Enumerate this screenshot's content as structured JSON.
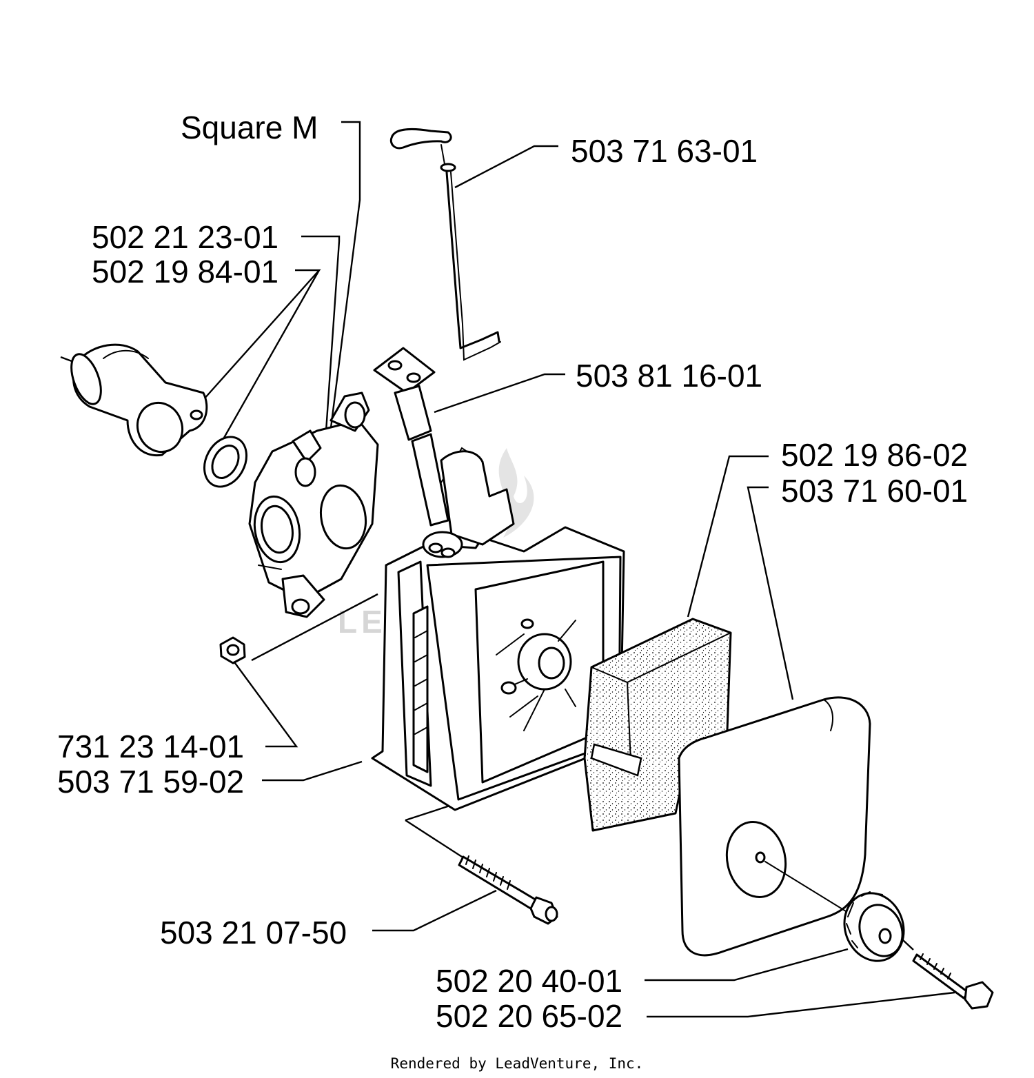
{
  "diagram": {
    "labels": {
      "square_m": "Square M",
      "p_503_71_63_01": "503 71 63-01",
      "p_502_21_23_01": "502 21 23-01",
      "p_502_19_84_01": "502 19 84-01",
      "p_503_81_16_01": "503 81 16-01",
      "p_502_19_86_02": "502 19 86-02",
      "p_503_71_60_01": "503 71 60-01",
      "p_731_23_14_01": "731 23 14-01",
      "p_503_71_59_02": "503 71 59-02",
      "p_503_21_07_50": "503 21 07-50",
      "p_502_20_40_01": "502 20 40-01",
      "p_502_20_65_02": "502 20 65-02"
    },
    "watermark_text": "LEADVENTURE",
    "footer": "Rendered by LeadVenture, Inc.",
    "colors": {
      "line": "#000000",
      "background": "#ffffff",
      "watermark": "#d6d6d6"
    }
  }
}
